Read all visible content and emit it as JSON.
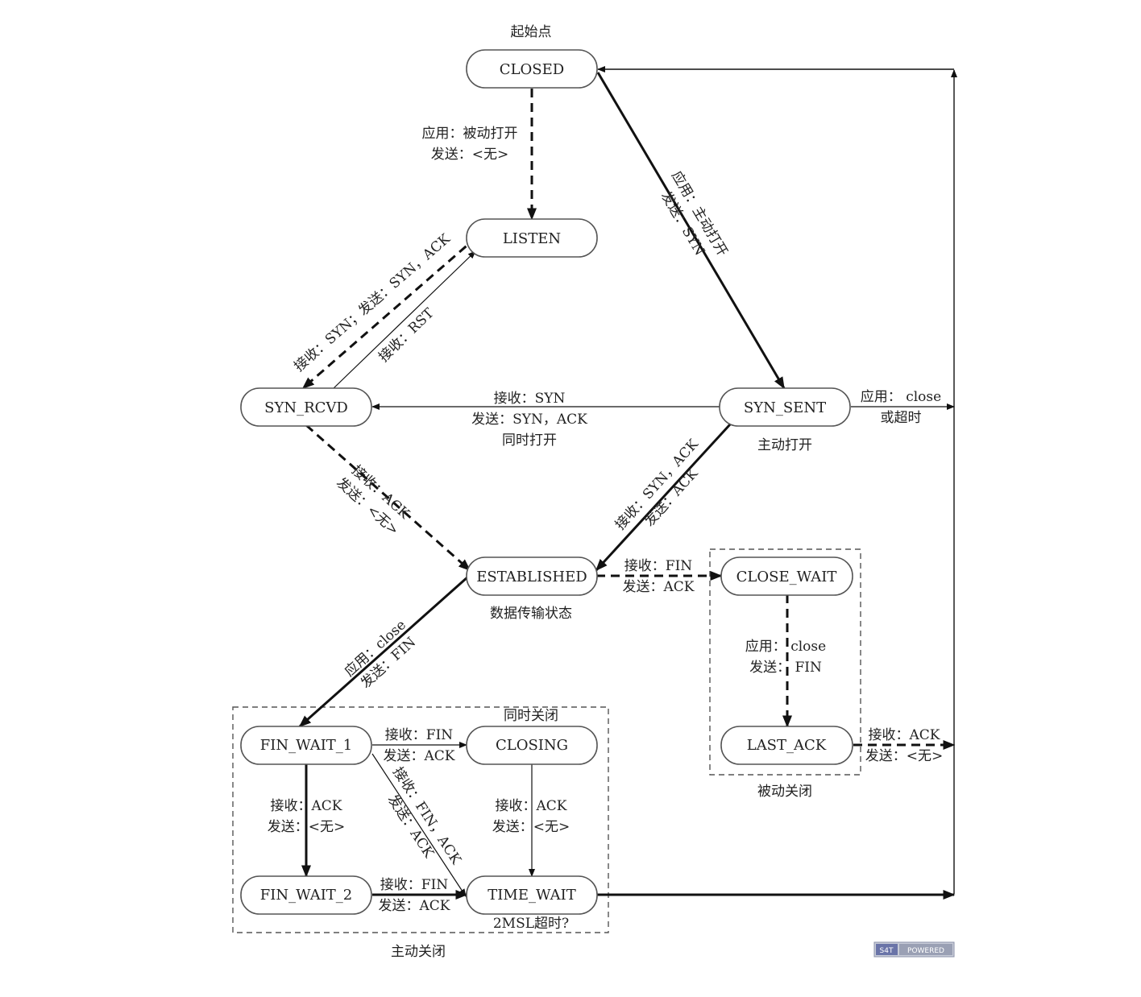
{
  "states": {
    "closed": "CLOSED",
    "listen": "LISTEN",
    "syn_rcvd": "SYN_RCVD",
    "syn_sent": "SYN_SENT",
    "established": "ESTABLISHED",
    "close_wait": "CLOSE_WAIT",
    "last_ack": "LAST_ACK",
    "fin_wait_1": "FIN_WAIT_1",
    "closing": "CLOSING",
    "fin_wait_2": "FIN_WAIT_2",
    "time_wait": "TIME_WAIT"
  },
  "notes": {
    "start": "起始点",
    "active_open": "主动打开",
    "data_transfer": "数据传输状态",
    "simultaneous_close": "同时关闭",
    "passive_close": "被动关闭",
    "active_close": "主动关闭",
    "msl_timeout": "2MSL超时?"
  },
  "labels": {
    "closed_listen_1": "应用：被动打开",
    "closed_listen_2": "发送：<无>",
    "closed_synsent_1": "应用：主动打开",
    "closed_synsent_2": "发送：SYN",
    "listen_synrcvd_1": "接收：SYN；发送：SYN，ACK",
    "synrcvd_listen_1": "接收：RST",
    "synsent_synrcvd_1": "接收：SYN",
    "synsent_synrcvd_2": "发送：SYN，ACK",
    "synsent_synrcvd_3": "同时打开",
    "synsent_close_1": "应用：  close",
    "synsent_close_2": "或超时",
    "synrcvd_est_1": "接收：ACK",
    "synrcvd_est_2": "发送：<无>",
    "synsent_est_1": "接收：SYN，ACK",
    "synsent_est_2": "发送：ACK",
    "est_closewait_1": "接收：FIN",
    "est_closewait_2": "发送：ACK",
    "est_finwait1_1": "应用：close",
    "est_finwait1_2": "发送：FIN",
    "closewait_lastack_1": "应用：  close",
    "closewait_lastack_2": "发送：  FIN",
    "lastack_closed_1": "接收：ACK",
    "lastack_closed_2": "发送：<无>",
    "finwait1_closing_1": "接收：FIN",
    "finwait1_closing_2": "发送：ACK",
    "finwait1_timewait_1": "接收：FIN，ACK",
    "finwait1_timewait_2": "发送：ACK",
    "finwait1_finwait2_1": "接收：ACK",
    "finwait1_finwait2_2": "发送：<无>",
    "closing_timewait_1": "接收：ACK",
    "closing_timewait_2": "发送：<无>",
    "finwait2_timewait_1": "接收：FIN",
    "finwait2_timewait_2": "发送：ACK"
  },
  "badge": {
    "left": "S4T",
    "right": "POWERED"
  }
}
